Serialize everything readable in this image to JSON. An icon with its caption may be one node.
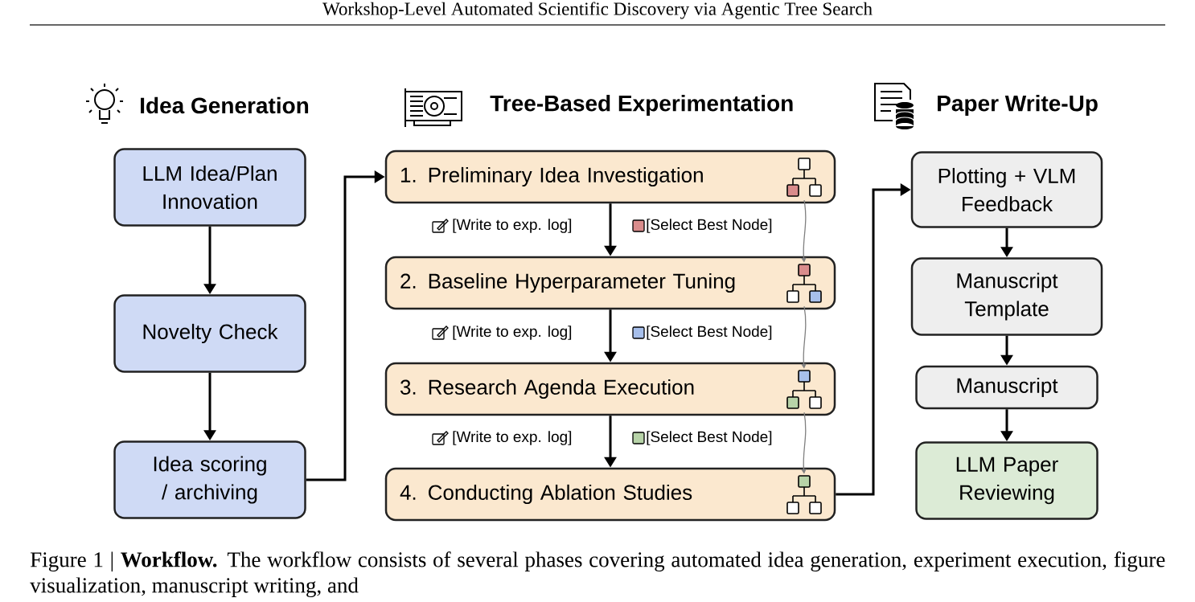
{
  "diagram": {
    "caption": "Figure 1 | **Workflow.** The workflow consists of several phases covering automated idea generation, experiment execution, figure visualization, manuscript writing, and",
    "nodes": [
      {
        "text": [
          "LLM Idea/Plan Innovation"
        ]
      },
      {
        "text": [
          "Novelty Check"
        ]
      },
      {
        "text": [
          "Idea scoring / archiving"
        ]
      },
      {
        "text": [
          "1. Preliminary Idea Investigation"
        ]
      },
      {
        "text": [
          "2. Baseline Hyperparameter Tuning"
        ]
      },
      {
        "text": [
          "3. Research Agenda Execution"
        ]
      },
      {
        "text": [
          "4. Conducting Ablation Studies"
        ]
      },
      {
        "text": [
          "Plotting + VLM Feedback"
        ]
      },
      {
        "text": [
          "Manuscript Template"
        ]
      },
      {
        "text": [
          "Manuscript"
        ]
      },
      {
        "text": [
          "LLM Paper Reviewing"
        ]
      },
      {
        "text": [],
        "shape": "tree",
        "in": 3
      },
      {
        "text": [],
        "shape": "tree",
        "in": 4
      },
      {
        "text": [],
        "shape": "tree",
        "in": 5
      },
      {
        "text": [],
        "shape": "tree",
        "in": 6
      }
    ],
    "edges": [
      {
        "from": 0,
        "to": 1,
        "arrow": "to"
      },
      {
        "from": 1,
        "to": 2,
        "arrow": "to"
      },
      {
        "from": 2,
        "to": 3,
        "arrow": "to"
      },
      {
        "from": 3,
        "to": 4,
        "arrow": "to"
      },
      {
        "from": 4,
        "to": 5,
        "arrow": "to"
      },
      {
        "from": 5,
        "to": 6,
        "arrow": "to"
      },
      {
        "from": 6,
        "to": 7,
        "arrow": "to"
      },
      {
        "from": 7,
        "to": 8,
        "arrow": "to"
      },
      {
        "from": 8,
        "to": 9,
        "arrow": "to"
      },
      {
        "from": 9,
        "to": 10,
        "arrow": "to"
      },
      {
        "from": 11,
        "to": 12,
        "arrow": "to",
        "color": "#808080"
      },
      {
        "from": 12,
        "to": 13,
        "arrow": "to",
        "color": "#808080"
      },
      {
        "from": 13,
        "to": 14,
        "arrow": "to",
        "color": "#808080"
      }
    ],
    "labels": [
      "Workshop-Level Automated Scientific Discovery via Agentic Tree Search",
      "Idea Generation",
      "Tree-Based Experimentation",
      "Paper Write-Up",
      "[Write to exp. log]",
      "[Select Best Node]",
      "[Write to exp. log]",
      "[Select Best Node]",
      "[Write to exp. log]",
      "[Select Best Node]"
    ]
  }
}
